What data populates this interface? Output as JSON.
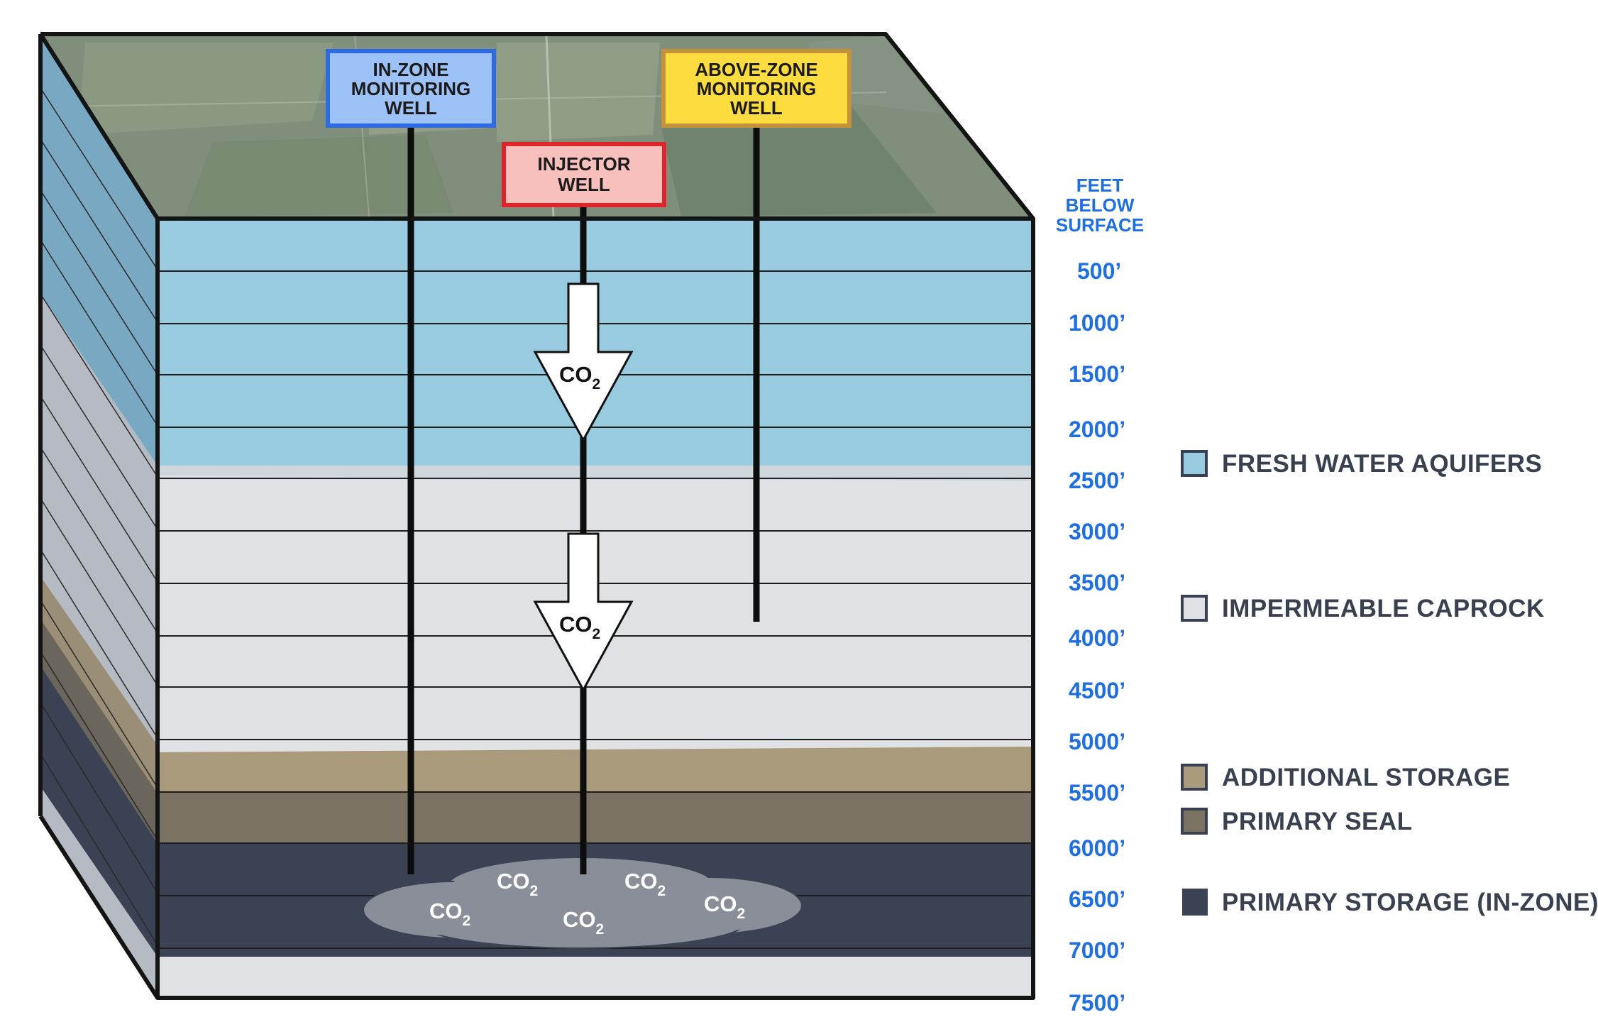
{
  "wells": {
    "in_zone": [
      "IN-ZONE",
      "MONITORING",
      "WELL"
    ],
    "above_zone": [
      "ABOVE-ZONE",
      "MONITORING",
      "WELL"
    ],
    "injector": [
      "INJECTOR",
      "WELL"
    ]
  },
  "co2": {
    "main": "CO",
    "sub": "2"
  },
  "depth_axis": {
    "heading": [
      "FEET",
      "BELOW",
      "SURFACE"
    ],
    "ticks": [
      "500’",
      "1000’",
      "1500’",
      "2000’",
      "2500’",
      "3000’",
      "3500’",
      "4000’",
      "4500’",
      "5000’",
      "5500’",
      "6000’",
      "6500’",
      "7000’",
      "7500’"
    ]
  },
  "legend": [
    {
      "label": "FRESH WATER AQUIFERS",
      "color": "#98cbe0"
    },
    {
      "label": "IMPERMEABLE CAPROCK",
      "color": "#dfe1e5"
    },
    {
      "label": "ADDITIONAL STORAGE",
      "color": "#a89a7b"
    },
    {
      "label": "PRIMARY SEAL",
      "color": "#7a7262"
    },
    {
      "label": "PRIMARY STORAGE (IN-ZONE)",
      "color": "#3b4254"
    }
  ],
  "colors": {
    "surface_field": "#7f8f7c",
    "side_aquifer": "#79a8c2",
    "side_caprock": "#b6bbc3",
    "co2_plume": "#8a8e98",
    "in_zone_box": "#9dc2f7",
    "in_zone_border": "#2d6ae3",
    "above_zone_box": "#fddc3f",
    "above_zone_border": "#c4923a",
    "injector_box": "#f8c0bd",
    "injector_border": "#e0242c"
  }
}
